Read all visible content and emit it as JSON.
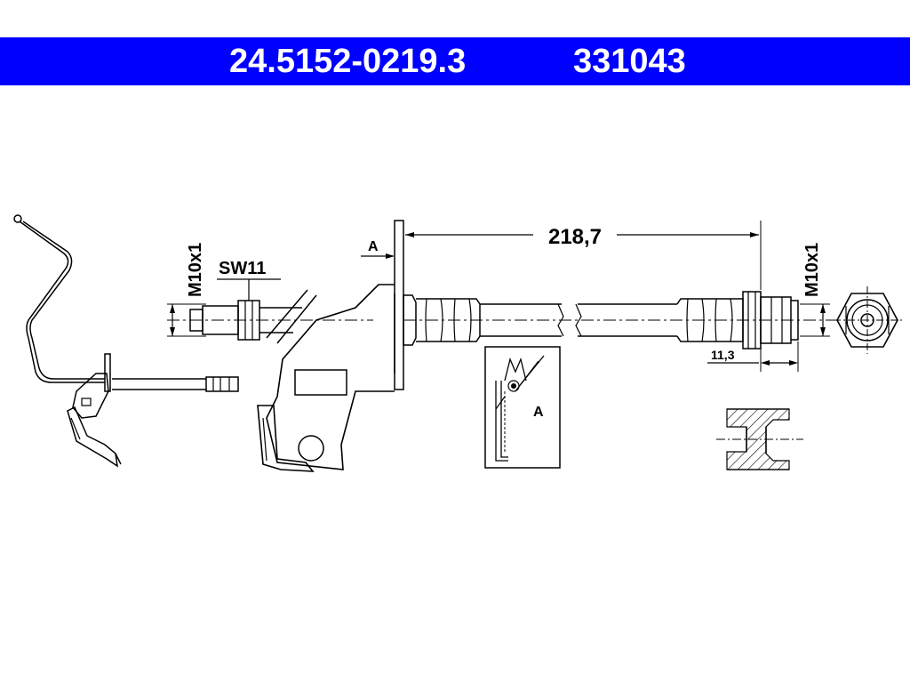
{
  "header": {
    "part_number": "24.5152-0219.3",
    "reference_number": "331043",
    "background_color": "#0000ff",
    "text_color": "#ffffff"
  },
  "dimensions": {
    "length": "218,7",
    "thread_left": "M10x1",
    "thread_right": "M10x1",
    "wrench_size": "SW11",
    "fitting_length": "11,3"
  },
  "labels": {
    "detail_a": "A",
    "detail_a_inset": "A"
  }
}
